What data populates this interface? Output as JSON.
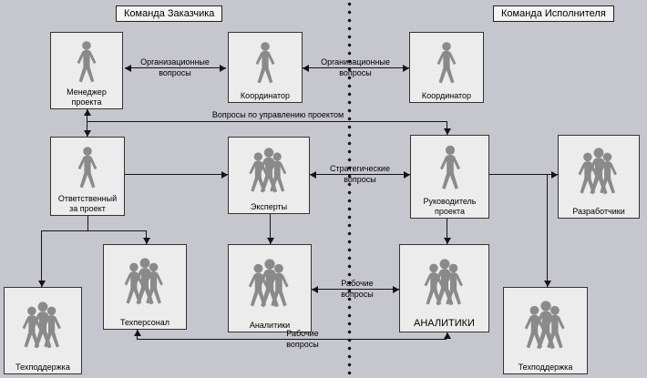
{
  "canvas": {
    "background": "#c6c6cf",
    "box_background": "#ececec",
    "line_color": "#141414",
    "person_color": "#8a8a8a"
  },
  "headers": {
    "customer_team": "Команда Заказчика",
    "contractor_team": "Команда Исполнителя"
  },
  "nodes": {
    "manager": {
      "label": "Менеджер\nпроекта",
      "icon": "person-icon"
    },
    "coordinator_left": {
      "label": "Координатор",
      "icon": "person-icon"
    },
    "coordinator_right": {
      "label": "Координатор",
      "icon": "person-icon"
    },
    "responsible": {
      "label": "Ответственный\nза проект",
      "icon": "person-icon"
    },
    "experts": {
      "label": "Эксперты",
      "icon": "people-group-icon"
    },
    "project_lead": {
      "label": "Руководитель\nпроекта",
      "icon": "person-icon"
    },
    "developers": {
      "label": "Разработчики",
      "icon": "people-group-icon"
    },
    "tech_staff": {
      "label": "Техперсонал",
      "icon": "people-group-icon"
    },
    "analysts_left": {
      "label": "Аналитики",
      "icon": "people-group-icon"
    },
    "analysts_right": {
      "label": "АНАЛИТИКИ",
      "icon": "people-group-icon"
    },
    "support_left": {
      "label": "Техподдержка",
      "icon": "people-group-icon"
    },
    "support_right": {
      "label": "Техподдержка",
      "icon": "people-group-icon"
    }
  },
  "edge_labels": {
    "org_questions_left": "Организационные\nвопросы",
    "org_questions_right": "Организационные\nвопросы",
    "management_questions": "Вопросы по управлению проектом",
    "strategic_questions": "Стратегические\nвопросы",
    "working_questions_mid": "Рабочие\nвопросы",
    "working_questions_bottom": "Рабочие\nвопросы"
  }
}
